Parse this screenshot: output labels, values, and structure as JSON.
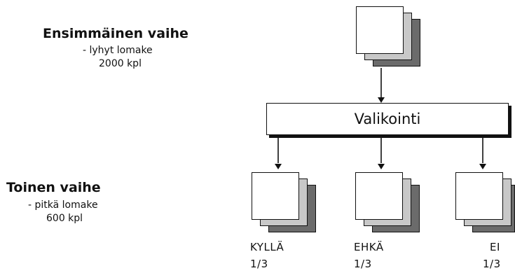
{
  "stage1": {
    "title": "Ensimmäinen vaihe",
    "lines": [
      "- lyhyt lomake",
      "2000 kpl"
    ]
  },
  "stage2": {
    "title": "Toinen vaihe",
    "lines": [
      "- pitkä lomake",
      "600 kpl"
    ]
  },
  "selection": {
    "label": "Valikointi"
  },
  "outcomes": [
    {
      "label": "KYLLÄ",
      "share": "1/3"
    },
    {
      "label": "EHKÄ",
      "share": "1/3"
    },
    {
      "label": "EI",
      "share": "1/3"
    }
  ]
}
